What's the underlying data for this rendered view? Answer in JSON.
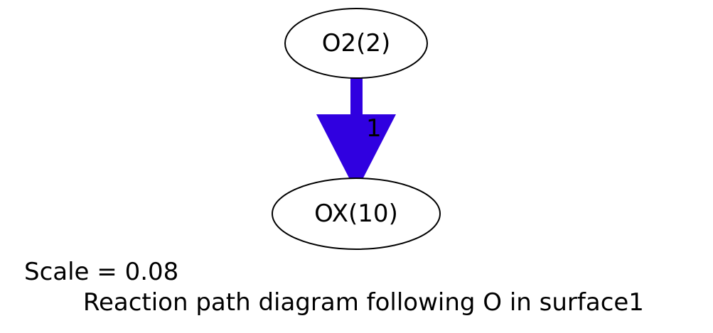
{
  "nodes": {
    "source": {
      "label": "O2(2)"
    },
    "target": {
      "label": "OX(10)"
    }
  },
  "edge": {
    "label": "1",
    "color": "#3000e0"
  },
  "caption": {
    "scale": "Scale = 0.08",
    "description": " Reaction path diagram following O in surface1"
  }
}
